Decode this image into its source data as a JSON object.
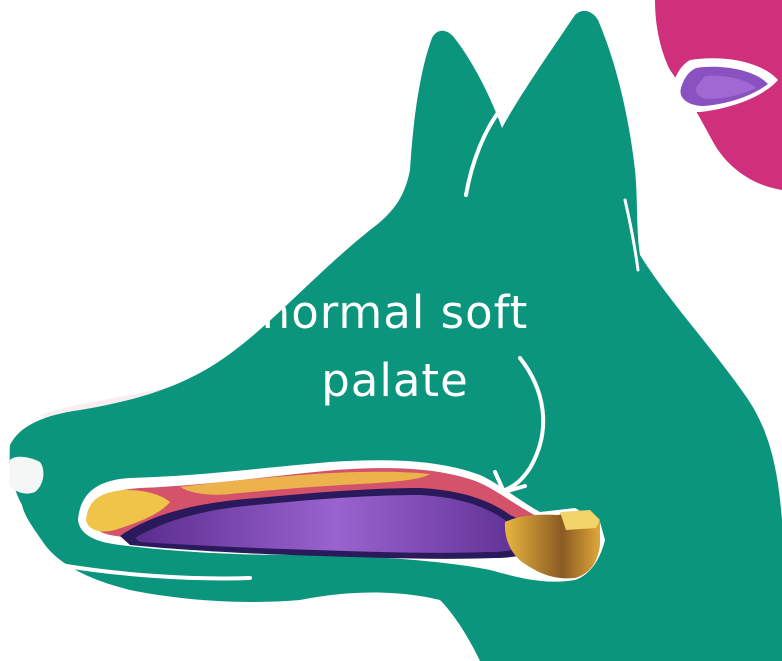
{
  "annotation": {
    "line1": "normal soft",
    "line2": "palate"
  },
  "colors": {
    "dog_head": "#0b957d",
    "tissue_pink": "#d4536a",
    "tongue_purple": "#8a52c0",
    "bone_yellow": "#f0c448",
    "magenta_element": "#d02f7b",
    "arrow_and_text": "#ffffff"
  },
  "icons": [
    "dog-head-silhouette",
    "soft-palate-arrow"
  ]
}
